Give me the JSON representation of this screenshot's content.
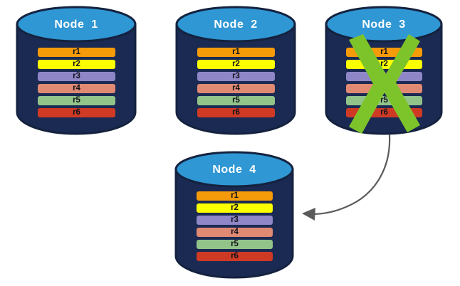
{
  "diagram": {
    "title_text_style": "white bold",
    "background": "#ffffff",
    "colors": {
      "cylinder_body": "#1b2a52",
      "cylinder_body_dark": "#16213f",
      "cylinder_top": "#2f97d4",
      "cylinder_rim": "#14223f",
      "x_mark": "#7dc42a",
      "arrow": "#5a5a5a",
      "record_label": "#11131a"
    },
    "records_legend": [
      {
        "id": "r1",
        "color": "#f59a09"
      },
      {
        "id": "r2",
        "color": "#fcff00"
      },
      {
        "id": "r3",
        "color": "#8f86c8"
      },
      {
        "id": "r4",
        "color": "#e08a73"
      },
      {
        "id": "r5",
        "color": "#92c48a"
      },
      {
        "id": "r6",
        "color": "#cf3a25"
      }
    ],
    "nodes": [
      {
        "name": "node-1",
        "label": "Node  1",
        "failed": false,
        "records": [
          {
            "label": "r1",
            "color": "#f59a09"
          },
          {
            "label": "r2",
            "color": "#fcff00"
          },
          {
            "label": "r3",
            "color": "#8f86c8"
          },
          {
            "label": "r4",
            "color": "#e08a73"
          },
          {
            "label": "r5",
            "color": "#92c48a"
          },
          {
            "label": "r6",
            "color": "#cf3a25"
          }
        ]
      },
      {
        "name": "node-2",
        "label": "Node  2",
        "failed": false,
        "records": [
          {
            "label": "r1",
            "color": "#f59a09"
          },
          {
            "label": "r2",
            "color": "#fcff00"
          },
          {
            "label": "r3",
            "color": "#8f86c8"
          },
          {
            "label": "r4",
            "color": "#e08a73"
          },
          {
            "label": "r5",
            "color": "#92c48a"
          },
          {
            "label": "r6",
            "color": "#cf3a25"
          }
        ]
      },
      {
        "name": "node-3",
        "label": "Node  3",
        "failed": true,
        "records": [
          {
            "label": "r1",
            "color": "#f59a09"
          },
          {
            "label": "r2",
            "color": "#fcff00"
          },
          {
            "label": "r3",
            "color": "#8f86c8"
          },
          {
            "label": "r4",
            "color": "#e08a73"
          },
          {
            "label": "r5",
            "color": "#92c48a"
          },
          {
            "label": "r6",
            "color": "#cf3a25"
          }
        ]
      },
      {
        "name": "node-4",
        "label": "Node  4",
        "failed": false,
        "records": [
          {
            "label": "r1",
            "color": "#f59a09"
          },
          {
            "label": "r2",
            "color": "#fcff00"
          },
          {
            "label": "r3",
            "color": "#8f86c8"
          },
          {
            "label": "r4",
            "color": "#e08a73"
          },
          {
            "label": "r5",
            "color": "#92c48a"
          },
          {
            "label": "r6",
            "color": "#cf3a25"
          }
        ]
      }
    ],
    "annotations": {
      "failure_mark": "x-cross",
      "transfer_arrow": "node-3-to-node-4"
    }
  }
}
